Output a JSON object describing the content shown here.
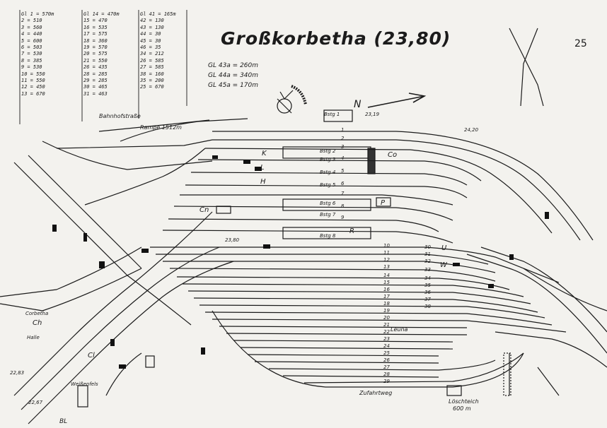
{
  "title": "Großkorbetha (23,80)",
  "page_number": "25",
  "legend_columns": [
    [
      "Gl 1 = 570m",
      "2 = 510",
      "3 = 560",
      "4 = 440",
      "5 = 600",
      "6 = 503",
      "7 = 530",
      "8 = 385",
      "9 = 530",
      "10 = 550",
      "11 = 550",
      "12 = 450",
      "13 = 670"
    ],
    [
      "Gl 14 = 470m",
      "15 = 470",
      "16 = 535",
      "17 = 575",
      "18 = 360",
      "19 = 570",
      "20 = 575",
      "21 = 550",
      "26 = 435",
      "28 = 285",
      "29 = 285",
      "30 = 465",
      "31 = 463"
    ],
    [
      "Gl 41 = 165m",
      "42 = 130",
      "43 = 130",
      "44 = 30",
      "45 = 30",
      "46 = 35",
      "34 = 212",
      "26 = 585",
      "27 = 585",
      "38 = 160",
      "35 = 200",
      "25 = 670"
    ]
  ],
  "gl_notes": [
    "GL 43a = 260m",
    "GL 44a = 340m",
    "GL 45a = 170m"
  ],
  "north_label": "N",
  "street_labels": {
    "bahnhofstrasse": "Bahnhofstraße",
    "rampe": "Rampe 1512m",
    "zufahrtweg": "Zufahrtweg",
    "loeschteich": "Löschteich",
    "loeschteich_len": "600 m",
    "leuna": "Leuna",
    "weissenfels": "Weißenfels",
    "halle": "Halle",
    "corbetha": "Corbetha"
  },
  "track_numbers": [
    "1",
    "2",
    "3",
    "4",
    "5",
    "6",
    "7",
    "8",
    "9",
    "10",
    "11",
    "12",
    "13",
    "14",
    "15",
    "16",
    "17",
    "18",
    "19",
    "20",
    "21",
    "22",
    "23",
    "24",
    "25",
    "26",
    "27",
    "28",
    "29",
    "30",
    "31",
    "32",
    "33",
    "34",
    "35",
    "36",
    "37",
    "38"
  ],
  "building_labels": [
    "Bstg 1",
    "Bstg 2",
    "Bstg 3",
    "Bstg 4",
    "Bstg 5",
    "Bstg 6",
    "Bstg 7",
    "Bstg 8"
  ],
  "signal_labels": [
    "Co",
    "Cn",
    "U",
    "W",
    "P",
    "R",
    "H",
    "L",
    "K",
    "Ch",
    "Cl",
    "BL"
  ],
  "km_labels": [
    "23,19",
    "23,80",
    "24,20",
    "22,83",
    "22,67"
  ]
}
